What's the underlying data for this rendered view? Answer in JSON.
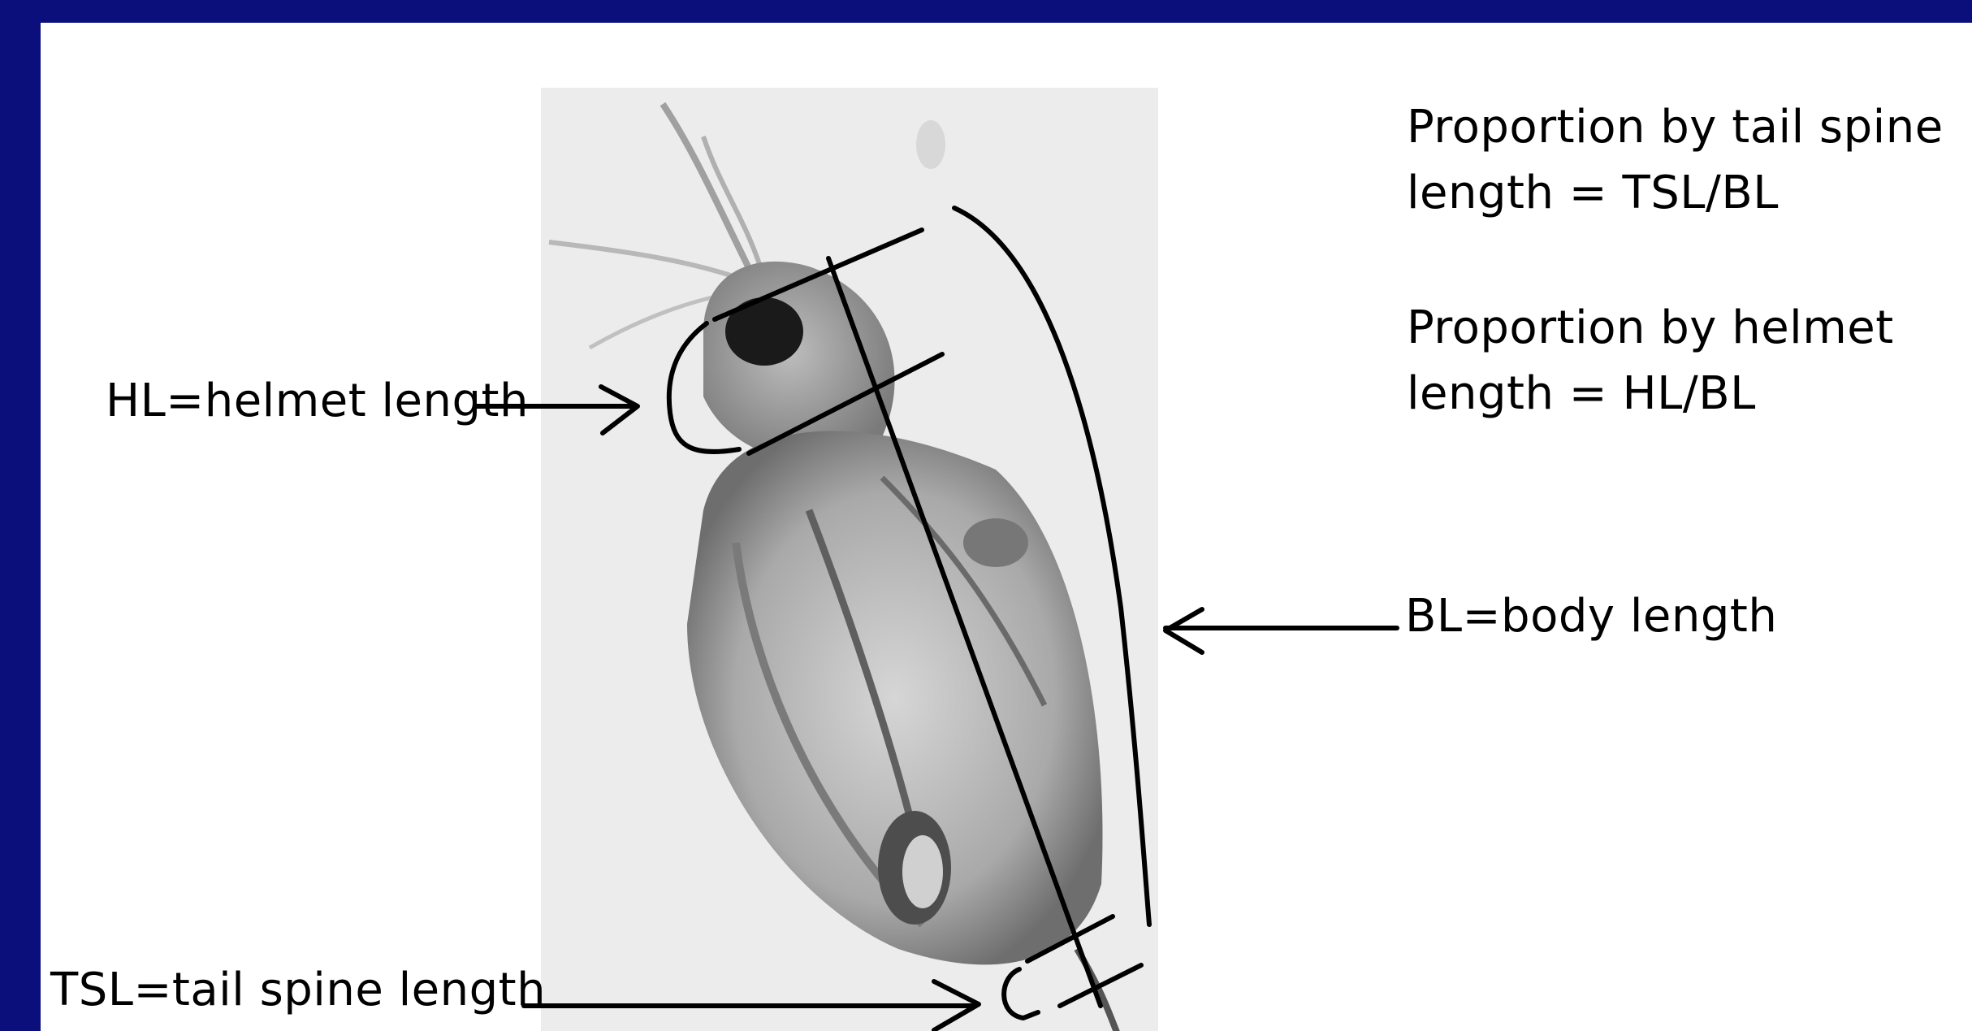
{
  "labels": {
    "helmet": "HL=helmet length",
    "tail_spine": "TSL=tail spine length",
    "body": "BL=body length"
  },
  "formulas": {
    "tail_spine_line1": "Proportion by tail spine",
    "tail_spine_line2": "length = TSL/BL",
    "helmet_line1": "Proportion by helmet",
    "helmet_line2": "length = HL/BL"
  },
  "colors": {
    "border": "#0b0f7c",
    "background": "#ffffff",
    "ink": "#000000"
  },
  "image": {
    "subject": "daphnia-photo"
  }
}
